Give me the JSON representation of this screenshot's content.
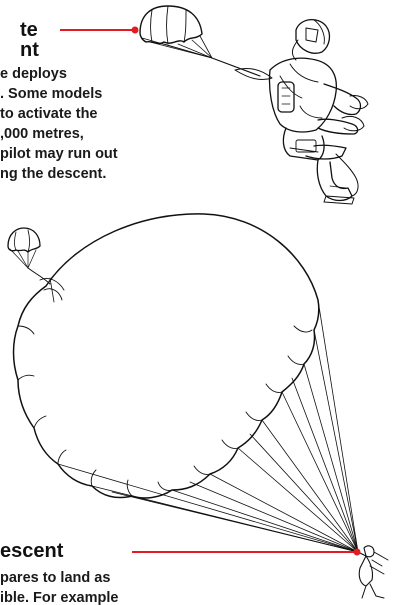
{
  "accent_color": "#e31b23",
  "drogue_section": {
    "heading_lines": [
      "te",
      "nt"
    ],
    "body_lines": [
      "e deploys",
      ". Some models",
      "to activate the",
      ",000 metres,",
      "pilot may run out",
      "ng the descent."
    ]
  },
  "descent_section": {
    "heading": "escent",
    "body_lines": [
      "pares to land as",
      "ible. For example"
    ]
  }
}
